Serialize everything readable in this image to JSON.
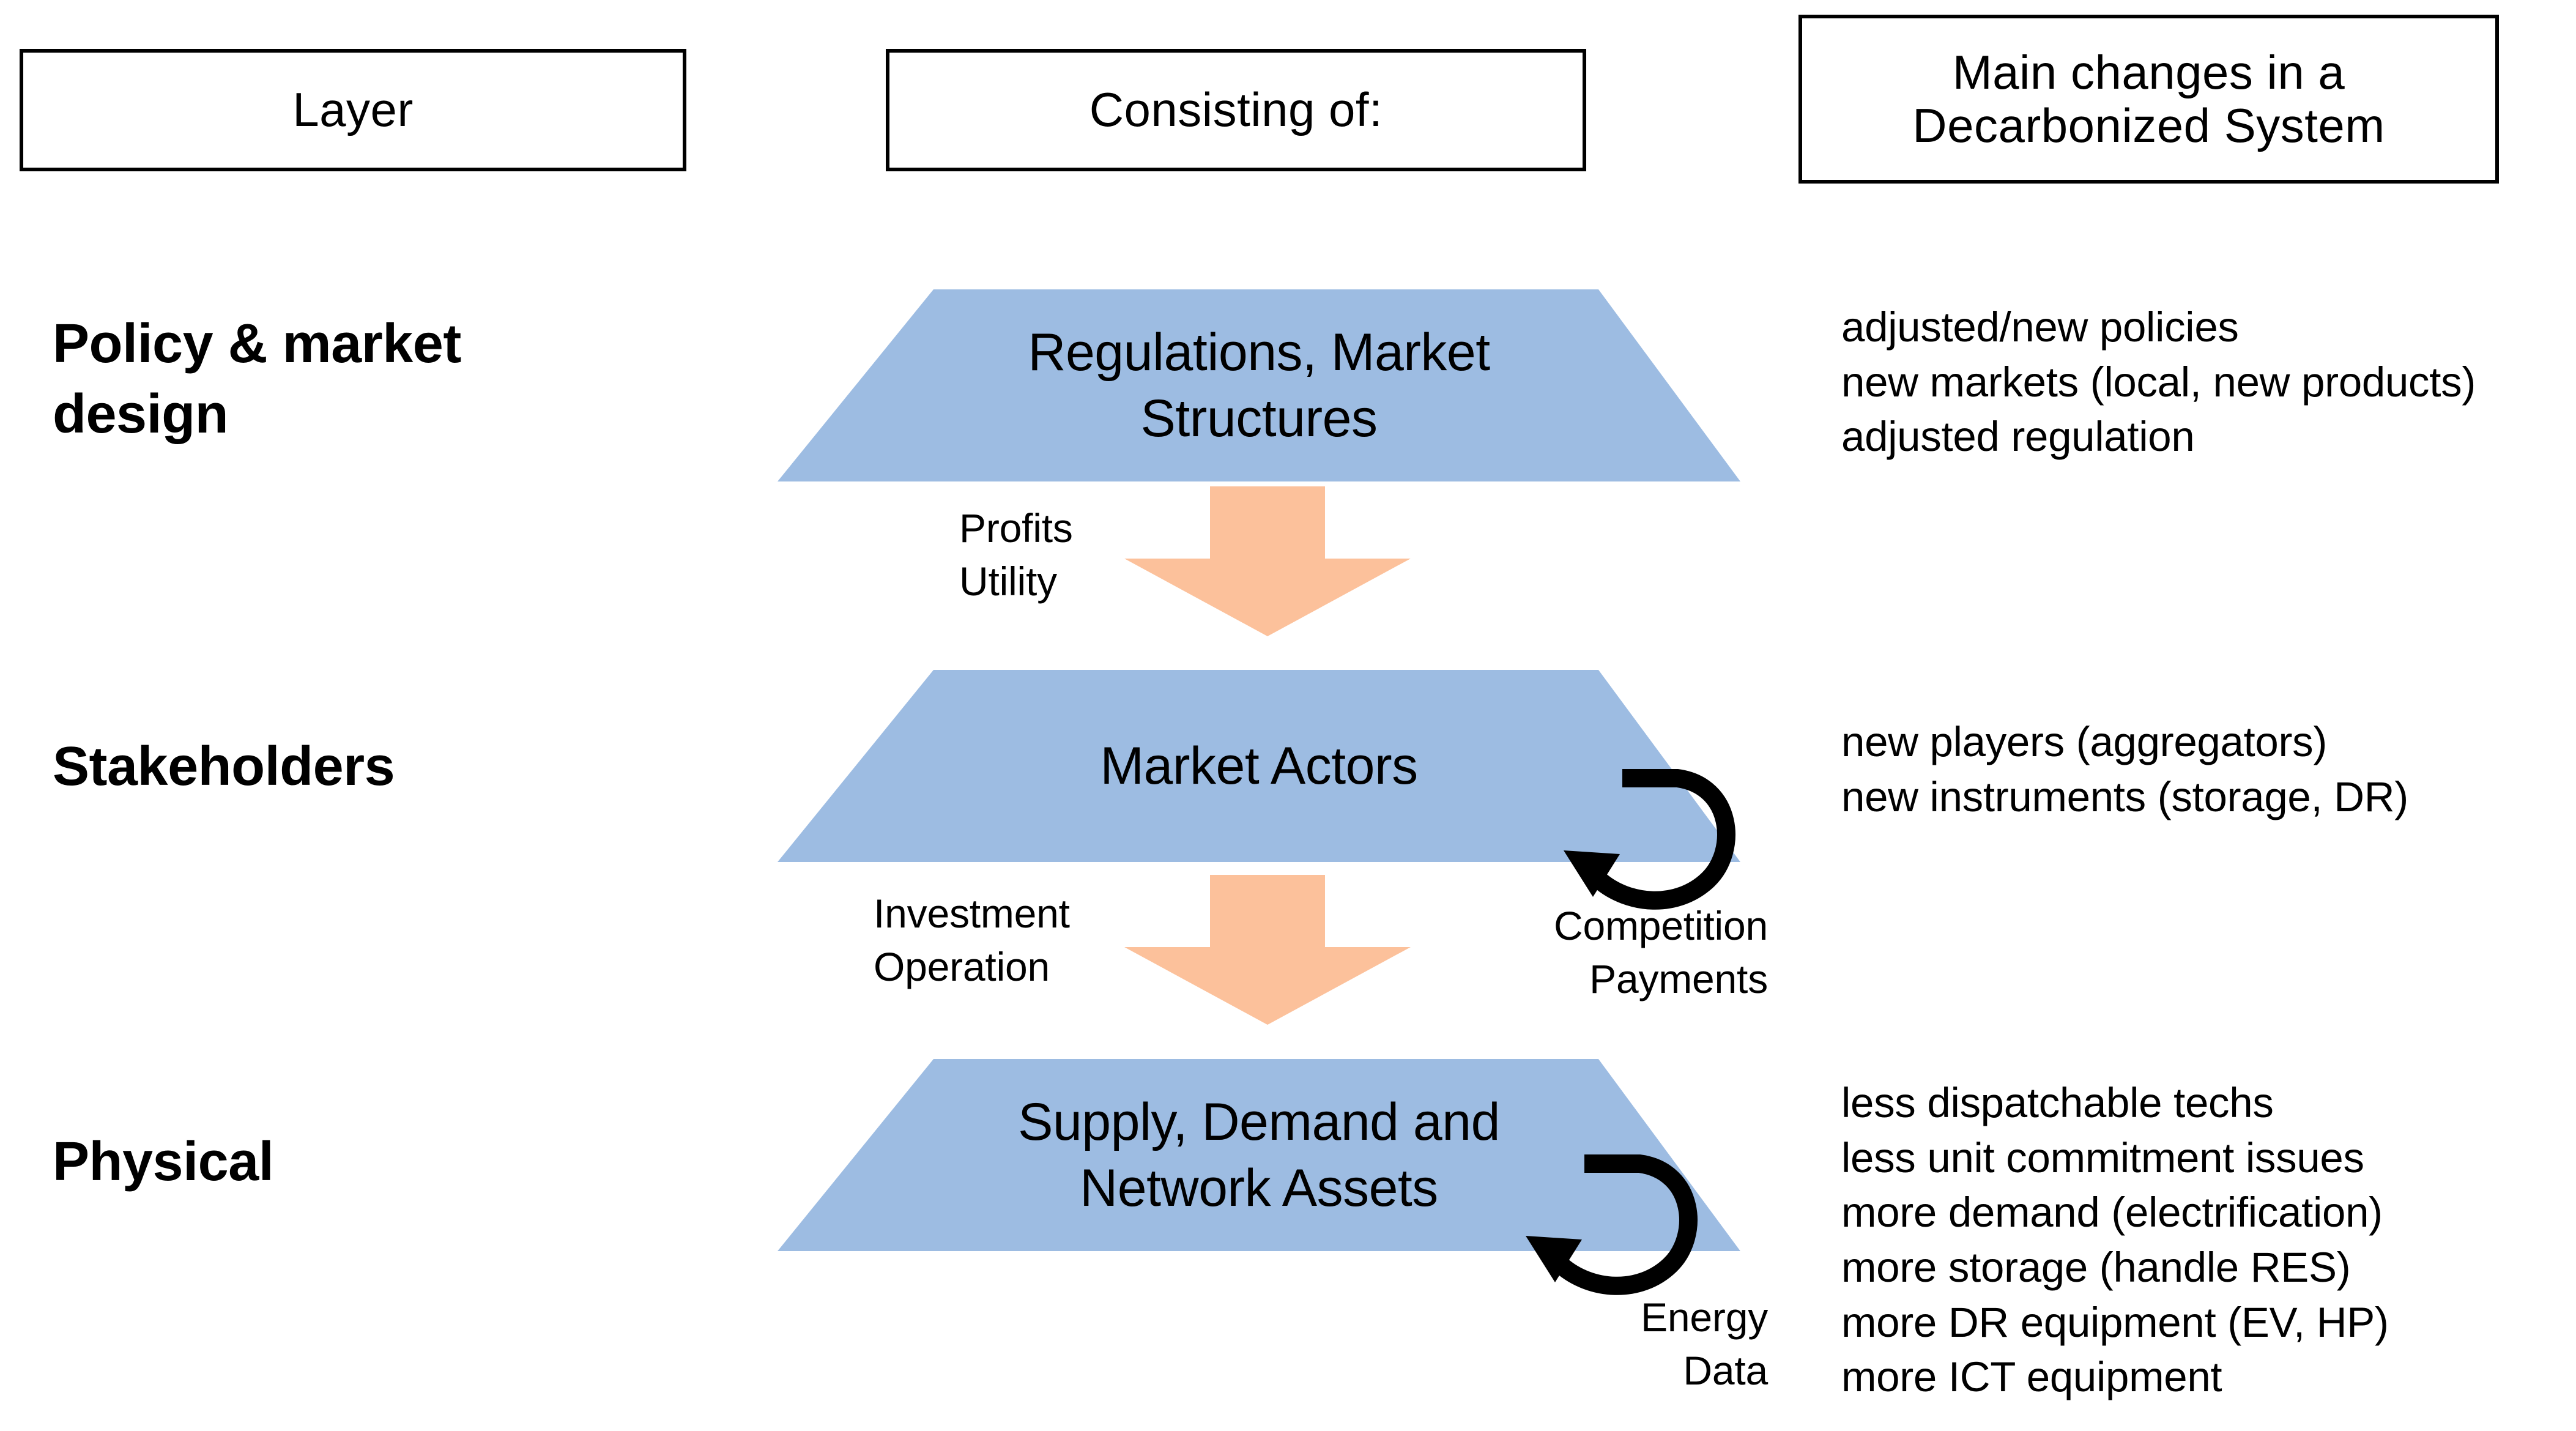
{
  "headers": [
    {
      "id": "layer",
      "label": "Layer"
    },
    {
      "id": "consists",
      "label": "Consisting of:"
    },
    {
      "id": "changes",
      "label": "Main changes in a\nDecarbonized System"
    }
  ],
  "rows": [
    {
      "layer": "Policy & market\ndesign",
      "component": "Regulations, Market\nStructures",
      "changes": [
        "adjusted/new policies",
        "new markets (local, new products)",
        "adjusted regulation"
      ]
    },
    {
      "layer": "Stakeholders",
      "component": "Market Actors",
      "changes": [
        "new players (aggregators)",
        "new instruments (storage, DR)"
      ]
    },
    {
      "layer": "Physical",
      "component": "Supply, Demand and\nNetwork Assets",
      "changes": [
        "less dispatchable techs",
        "less unit commitment issues",
        "more demand (electrification)",
        "more storage (handle RES)",
        "more DR equipment (EV, HP)",
        "more ICT equipment"
      ]
    }
  ],
  "flows": {
    "down_arrow_1_label": "Profits\nUtility",
    "down_arrow_2_label": "Investment\nOperation",
    "loop_arrow_1_label": "Competition\nPayments",
    "loop_arrow_2_label": "Energy\nData"
  },
  "colors": {
    "trapezoid_fill": "#9DBCE2",
    "arrow_fill": "#FCC19B",
    "loop_arrow_stroke": "#000000",
    "box_border": "#000000",
    "background": "#FFFFFF",
    "text": "#000000"
  }
}
